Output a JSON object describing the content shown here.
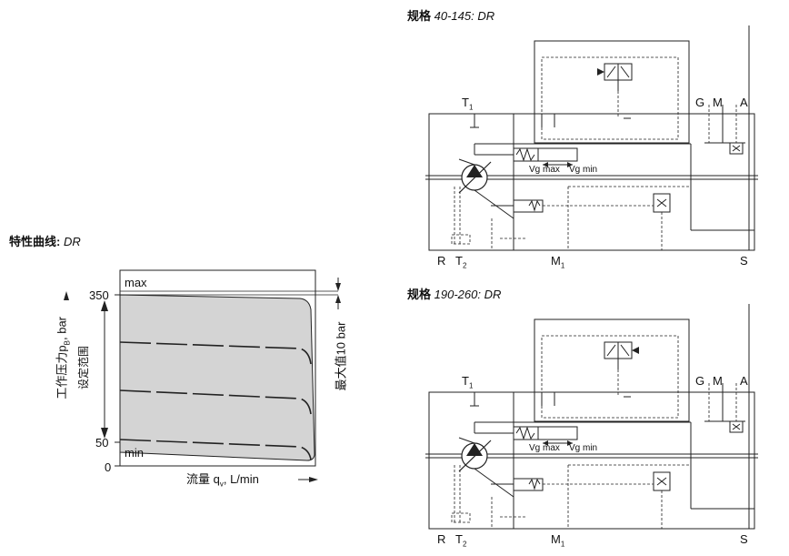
{
  "left": {
    "heading_prefix": "特性曲线:",
    "heading_italic": "DR",
    "chart": {
      "max_label": "max",
      "min_label": "min",
      "tick_350": "350",
      "tick_50": "50",
      "tick_0": "0",
      "y_axis_label": "工作压力p",
      "y_axis_sub": "B",
      "y_axis_unit": ", bar",
      "range_label": "设定范围",
      "max_value_label": "最大值10 bar",
      "x_axis_label": "流量 q",
      "x_axis_sub": "v",
      "x_axis_unit": ", L/min"
    }
  },
  "schematics": [
    {
      "heading_prefix": "规格",
      "heading_italic": "40-145: DR",
      "ports": {
        "T1": "T",
        "T1_sub": "1",
        "G": "G",
        "M": "M",
        "A": "A",
        "R": "R",
        "T2": "T",
        "T2_sub": "2",
        "M1": "M",
        "M1_sub": "1",
        "S": "S"
      },
      "vg_max": "Vg max",
      "vg_min": "Vg min"
    },
    {
      "heading_prefix": "规格",
      "heading_italic": "190-260: DR",
      "ports": {
        "T1": "T",
        "T1_sub": "1",
        "G": "G",
        "M": "M",
        "A": "A",
        "R": "R",
        "T2": "T",
        "T2_sub": "2",
        "M1": "M",
        "M1_sub": "1",
        "S": "S"
      },
      "vg_max": "Vg max",
      "vg_min": "Vg min"
    }
  ]
}
